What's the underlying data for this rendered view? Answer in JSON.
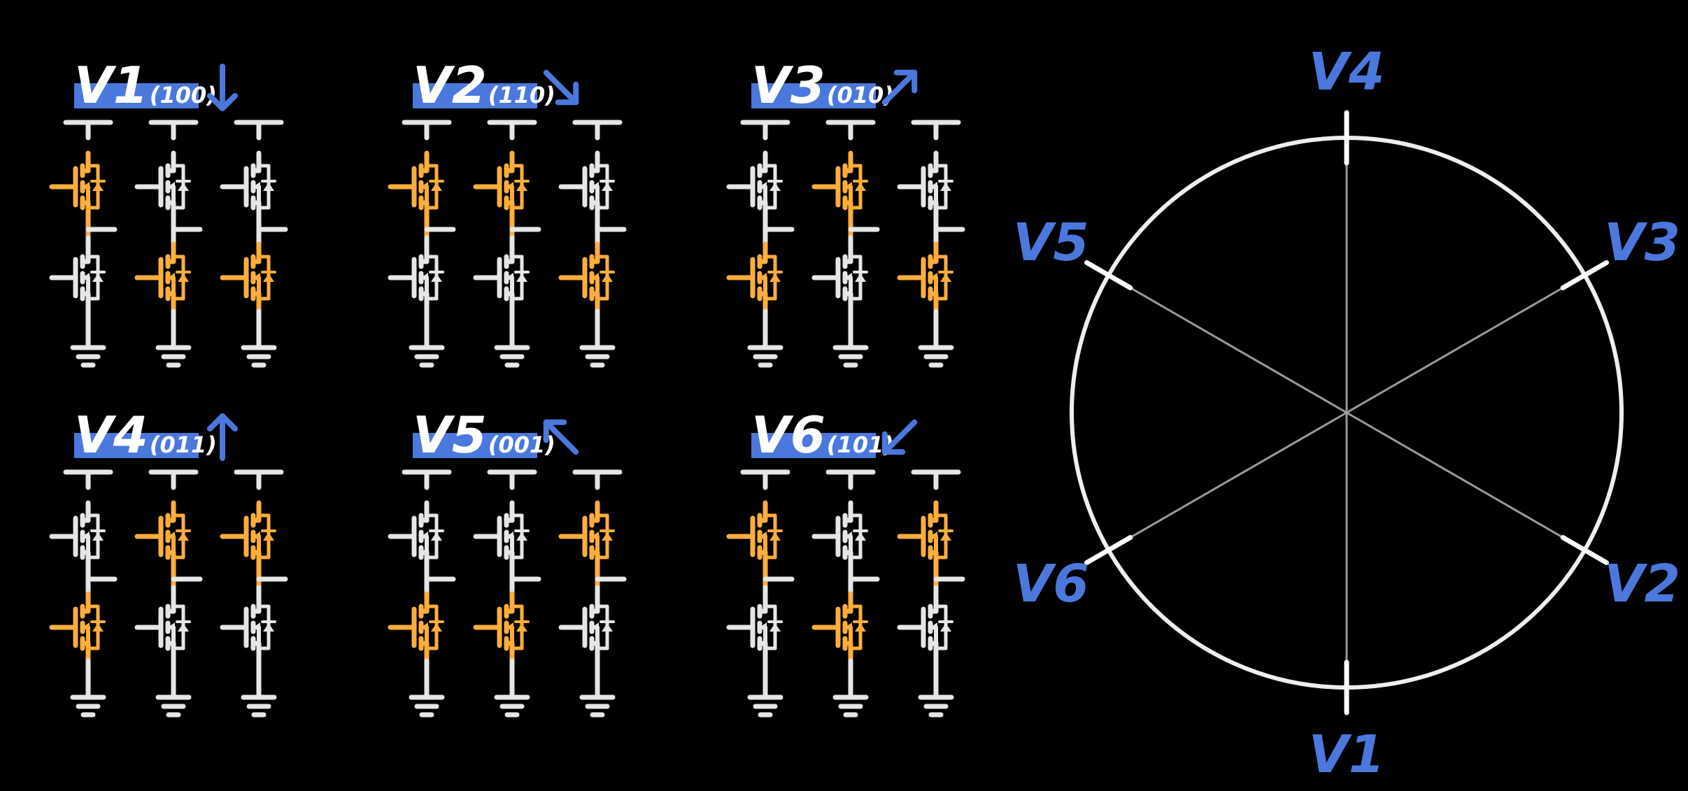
{
  "colors": {
    "background": "#000000",
    "on": "#FFAE3B",
    "off": "#E6E6E6",
    "accent": "#4A78DD",
    "label_text": "#FFFFFF"
  },
  "states": [
    {
      "name": "V1",
      "code": "(100)",
      "arrow_icon": "arrow-down-icon",
      "bits": [
        1,
        0,
        0
      ]
    },
    {
      "name": "V2",
      "code": "(110)",
      "arrow_icon": "arrow-down-right-icon",
      "bits": [
        1,
        1,
        0
      ]
    },
    {
      "name": "V3",
      "code": "(010)",
      "arrow_icon": "arrow-up-right-icon",
      "bits": [
        0,
        1,
        0
      ]
    },
    {
      "name": "V4",
      "code": "(011)",
      "arrow_icon": "arrow-up-icon",
      "bits": [
        0,
        1,
        1
      ]
    },
    {
      "name": "V5",
      "code": "(001)",
      "arrow_icon": "arrow-up-left-icon",
      "bits": [
        0,
        0,
        1
      ]
    },
    {
      "name": "V6",
      "code": "(101)",
      "arrow_icon": "arrow-down-left-icon",
      "bits": [
        1,
        0,
        1
      ]
    }
  ],
  "hexagon": {
    "labels": [
      {
        "name": "V1",
        "angle_deg": 270
      },
      {
        "name": "V2",
        "angle_deg": 330
      },
      {
        "name": "V3",
        "angle_deg": 30
      },
      {
        "name": "V4",
        "angle_deg": 90
      },
      {
        "name": "V5",
        "angle_deg": 150
      },
      {
        "name": "V6",
        "angle_deg": 210
      }
    ]
  }
}
